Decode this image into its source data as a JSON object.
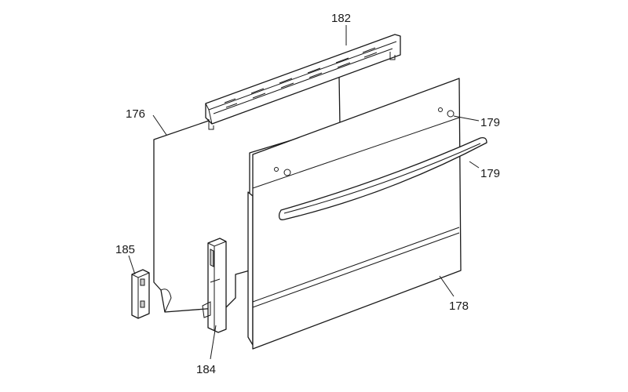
{
  "labels": {
    "part_176": "176",
    "part_178": "178",
    "part_179_top": "179",
    "part_179_handle": "179",
    "part_182": "182",
    "part_184": "184",
    "part_185": "185"
  },
  "colors": {
    "line": "#1a1a1a",
    "background": "#ffffff",
    "shade": "#cfcfcf"
  }
}
